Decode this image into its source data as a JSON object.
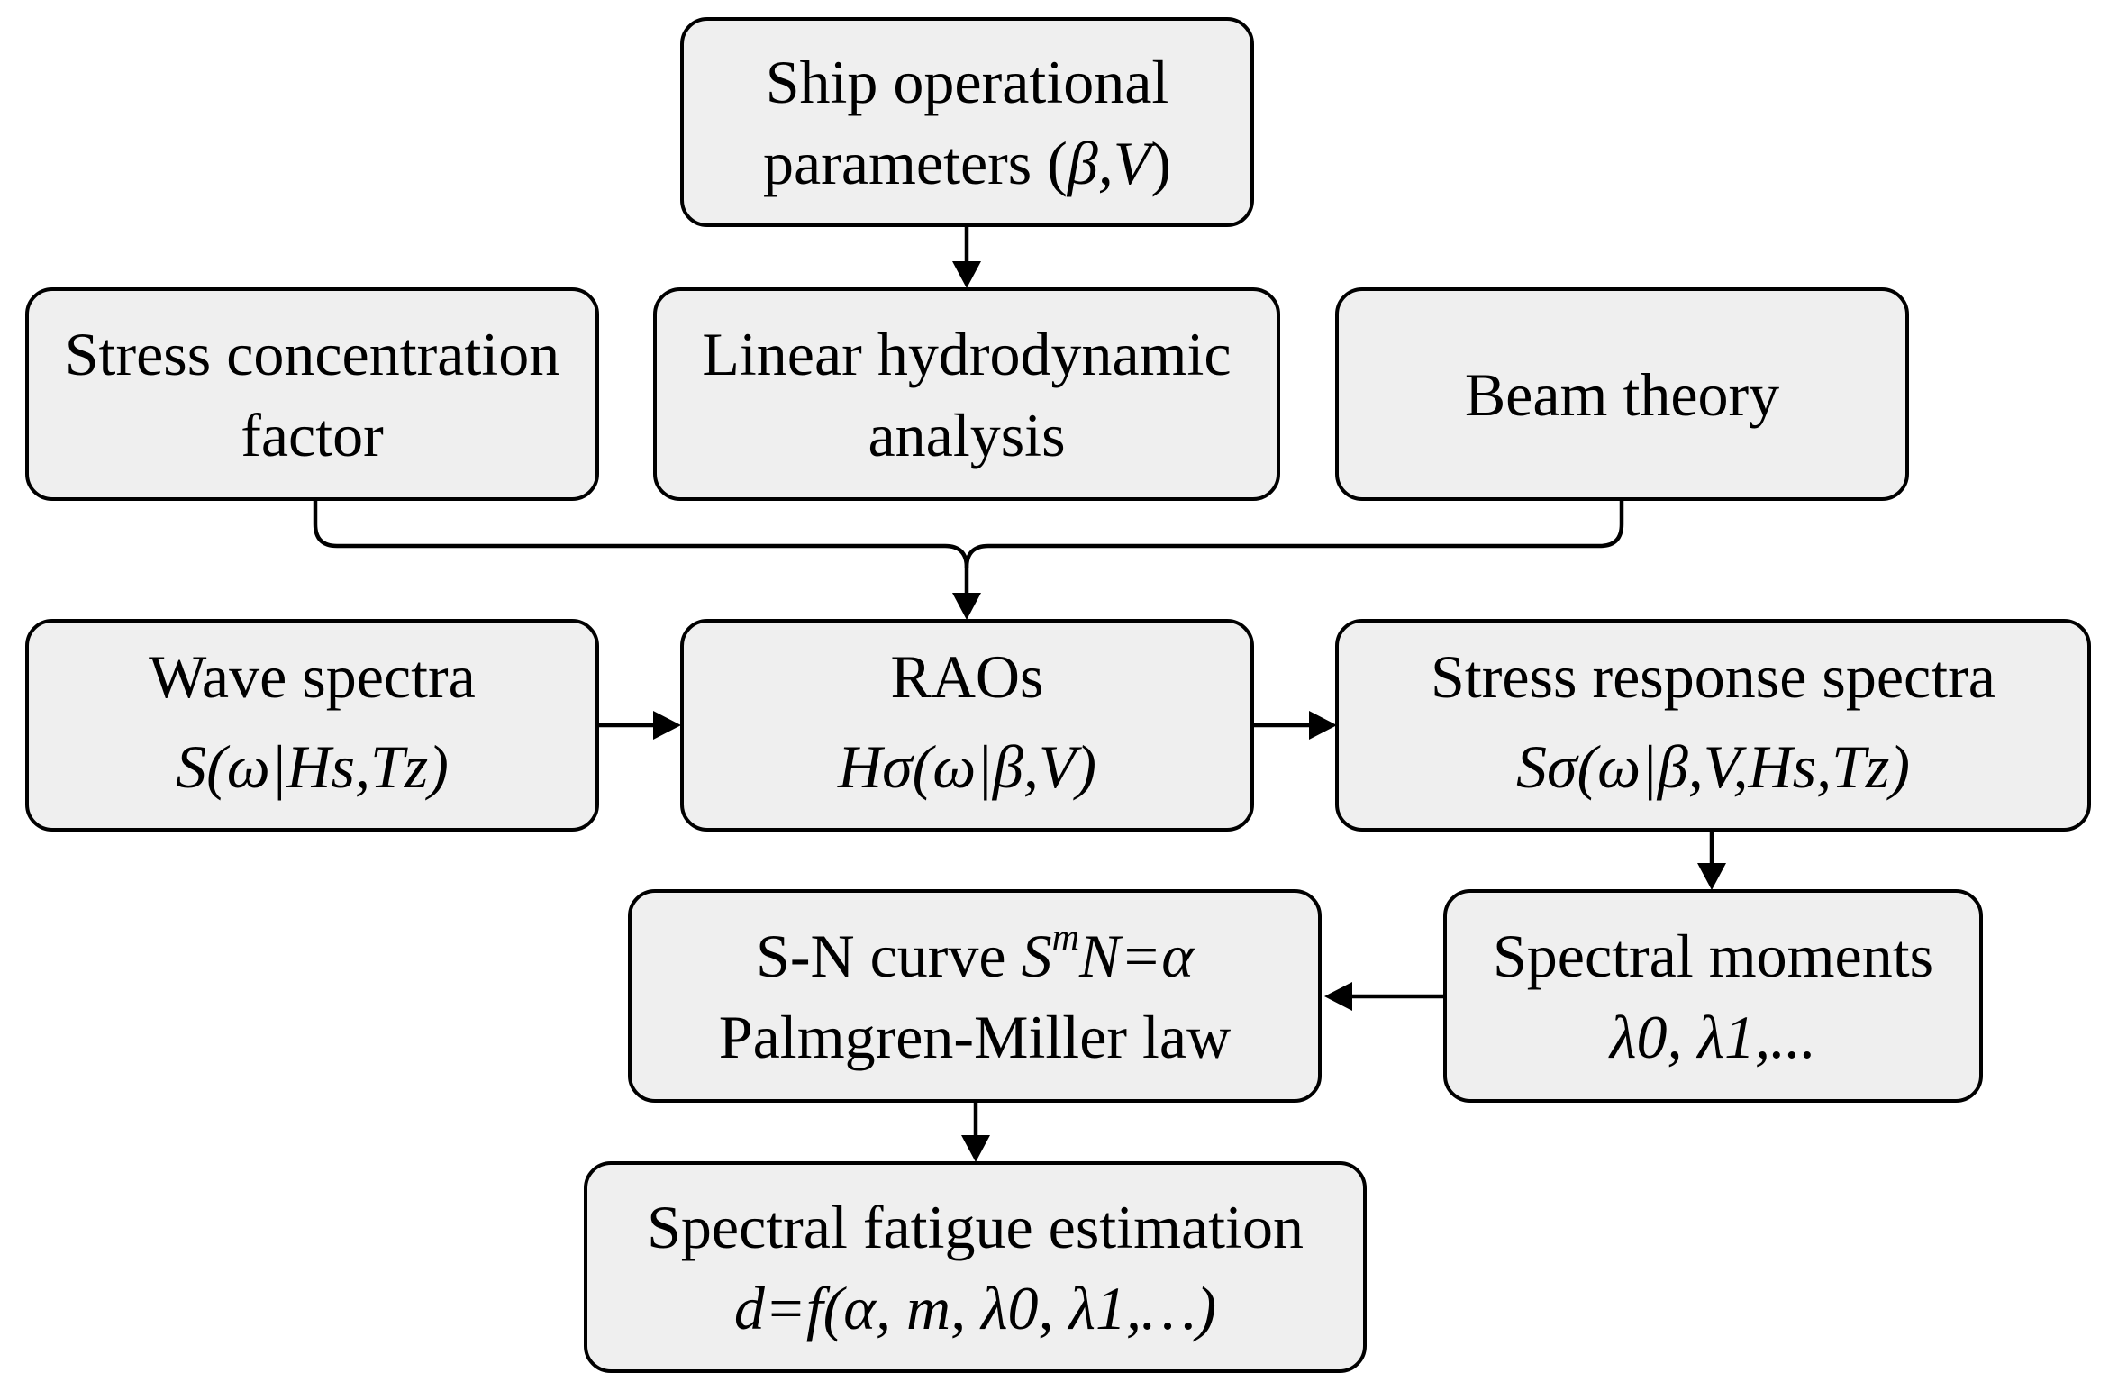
{
  "nodes": {
    "ship_params": {
      "line1": "Ship operational",
      "line2_prefix": "parameters (",
      "line2_math": "β,V",
      "line2_suffix": ")"
    },
    "stress_concentration": {
      "line1": "Stress concentration",
      "line2": "factor"
    },
    "linear_hydrodynamic": {
      "line1": "Linear hydrodynamic",
      "line2": "analysis"
    },
    "beam_theory": {
      "line1": "Beam theory"
    },
    "wave_spectra": {
      "line1": "Wave spectra",
      "line2": "S(ω|Hs,Tz)"
    },
    "raos": {
      "line1": "RAOs",
      "line2": "Hσ(ω|β,V)"
    },
    "stress_response": {
      "line1": "Stress response spectra",
      "line2": "Sσ(ω|β,V,Hs,Tz)"
    },
    "sn_curve": {
      "line1_prefix": "S-N curve ",
      "line1_S": "S",
      "line1_sup": "m",
      "line1_rest": "N=α",
      "line2": "Palmgren-Miller law"
    },
    "spectral_moments": {
      "line1": "Spectral moments",
      "line2": "λ0, λ1,..."
    },
    "fatigue_estimation": {
      "line1": "Spectral fatigue estimation",
      "line2": "d=f(α, m, λ0, λ1,…)"
    }
  },
  "colors": {
    "box_fill": "#efefef",
    "stroke": "#000000",
    "background": "#ffffff"
  }
}
